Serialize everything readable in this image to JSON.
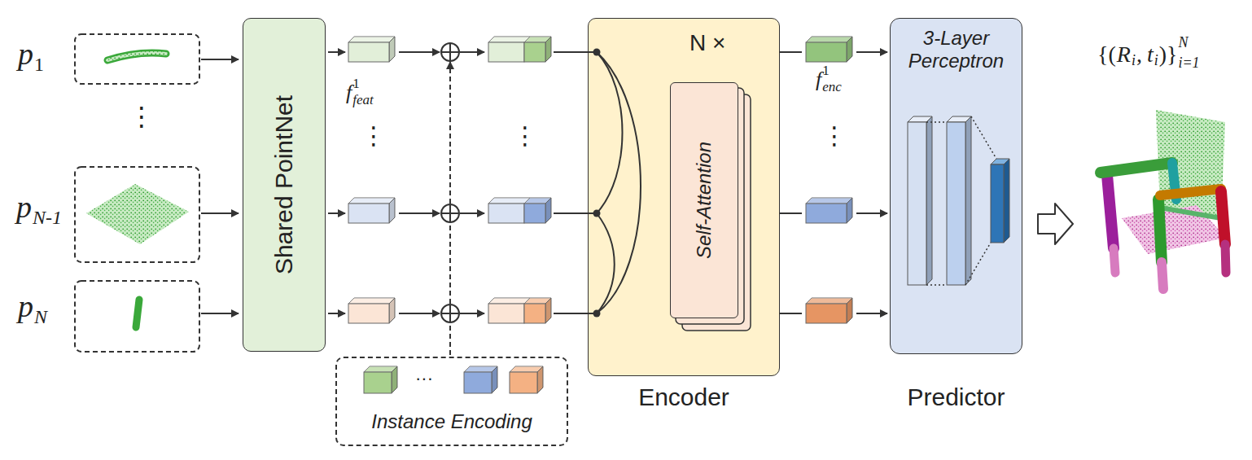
{
  "diagram": {
    "nodes": [
      {
        "text": [
          "Shared PointNet"
        ]
      },
      {
        "text": [
          "···",
          "Instance Encoding"
        ]
      },
      {
        "text": [
          "N ×",
          "Encoder"
        ]
      },
      {
        "text": [
          "Self-Attention"
        ],
        "in": 2
      },
      {
        "text": [
          "3-Layer Perceptron",
          "Predictor"
        ]
      }
    ],
    "labels": [
      "p",
      "1",
      "⋮",
      "p",
      "N-1",
      "p",
      "N",
      "f",
      "feat",
      "1",
      "⋮",
      "⋮",
      "f",
      "enc",
      "1",
      "⋮",
      "{(",
      "R",
      "i",
      ",",
      "t",
      "i",
      ")}",
      "i=1",
      "N"
    ]
  }
}
